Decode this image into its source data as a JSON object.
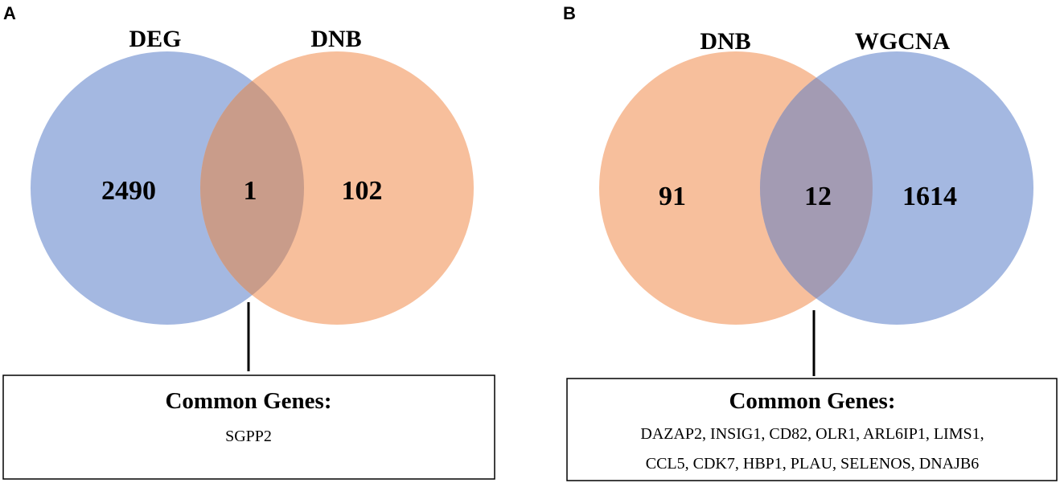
{
  "colors": {
    "blue": "#a4b8e1",
    "orange": "#f7bf9c",
    "overlap_a": "#c99c8a",
    "overlap_b": "#a39bb3",
    "line": "#000000"
  },
  "panels": [
    {
      "letter": "A",
      "left_set": {
        "label": "DEG",
        "count": "2490",
        "color": "blue"
      },
      "right_set": {
        "label": "DNB",
        "count": "102",
        "color": "orange"
      },
      "overlap_count": "1",
      "common": {
        "title": "Common Genes:",
        "lines": [
          "SGPP2"
        ]
      }
    },
    {
      "letter": "B",
      "left_set": {
        "label": "DNB",
        "count": "91",
        "color": "orange"
      },
      "right_set": {
        "label": "WGCNA",
        "count": "1614",
        "color": "blue"
      },
      "overlap_count": "12",
      "common": {
        "title": "Common Genes:",
        "lines": [
          "DAZAP2, INSIG1, CD82, OLR1, ARL6IP1, LIMS1,",
          "CCL5, CDK7, HBP1, PLAU, SELENOS, DNAJB6"
        ]
      }
    }
  ]
}
